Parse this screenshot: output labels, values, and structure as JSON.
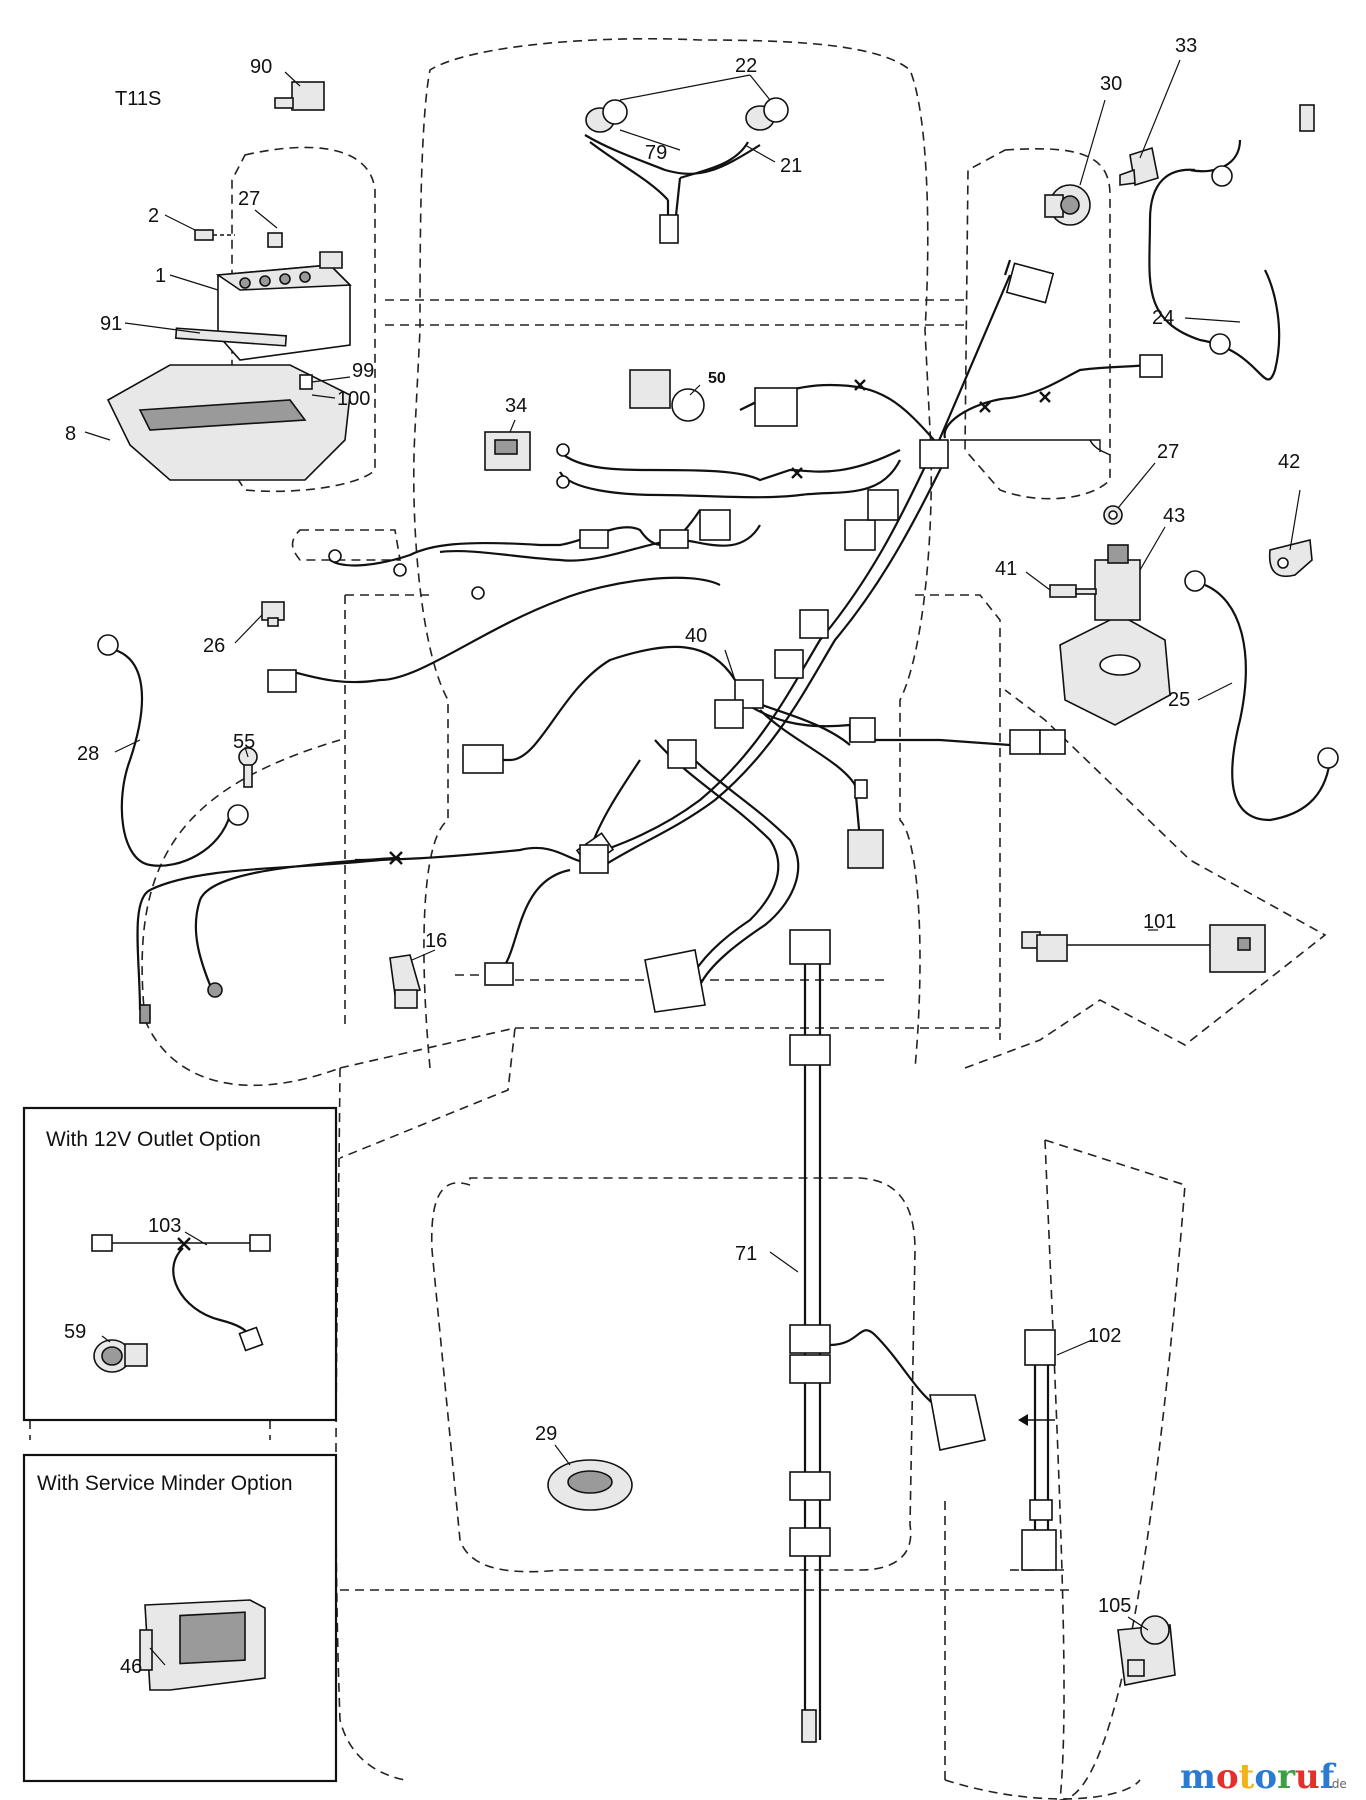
{
  "diagram": {
    "model_code": "T11S",
    "option_boxes": [
      {
        "title": "With 12V Outlet Option"
      },
      {
        "title": "With Service Minder Option"
      }
    ],
    "labels": {
      "p90": "90",
      "p22": "22",
      "p79": "79",
      "p21": "21",
      "p33": "33",
      "p30": "30",
      "p27a": "27",
      "p2": "2",
      "p1": "1",
      "p91": "91",
      "p99": "99",
      "p100": "100",
      "p8": "8",
      "p50": "50",
      "p34": "34",
      "p24": "24",
      "p27b": "27",
      "p42": "42",
      "p43": "43",
      "p41": "41",
      "p25": "25",
      "p26": "26",
      "p40": "40",
      "p28": "28",
      "p55": "55",
      "p16": "16",
      "p101": "101",
      "p103": "103",
      "p59": "59",
      "p71": "71",
      "p102": "102",
      "p29": "29",
      "p46": "46",
      "p105": "105"
    }
  },
  "watermark": {
    "brand_parts": [
      "m",
      "o",
      "t",
      "o",
      "r",
      "u",
      "f"
    ],
    "brand_colors": [
      "#2a7bd1",
      "#e2312c",
      "#f2b21a",
      "#2a7bd1",
      "#3aa043",
      "#e2312c",
      "#2a7bd1"
    ],
    "suffix": ".de"
  }
}
